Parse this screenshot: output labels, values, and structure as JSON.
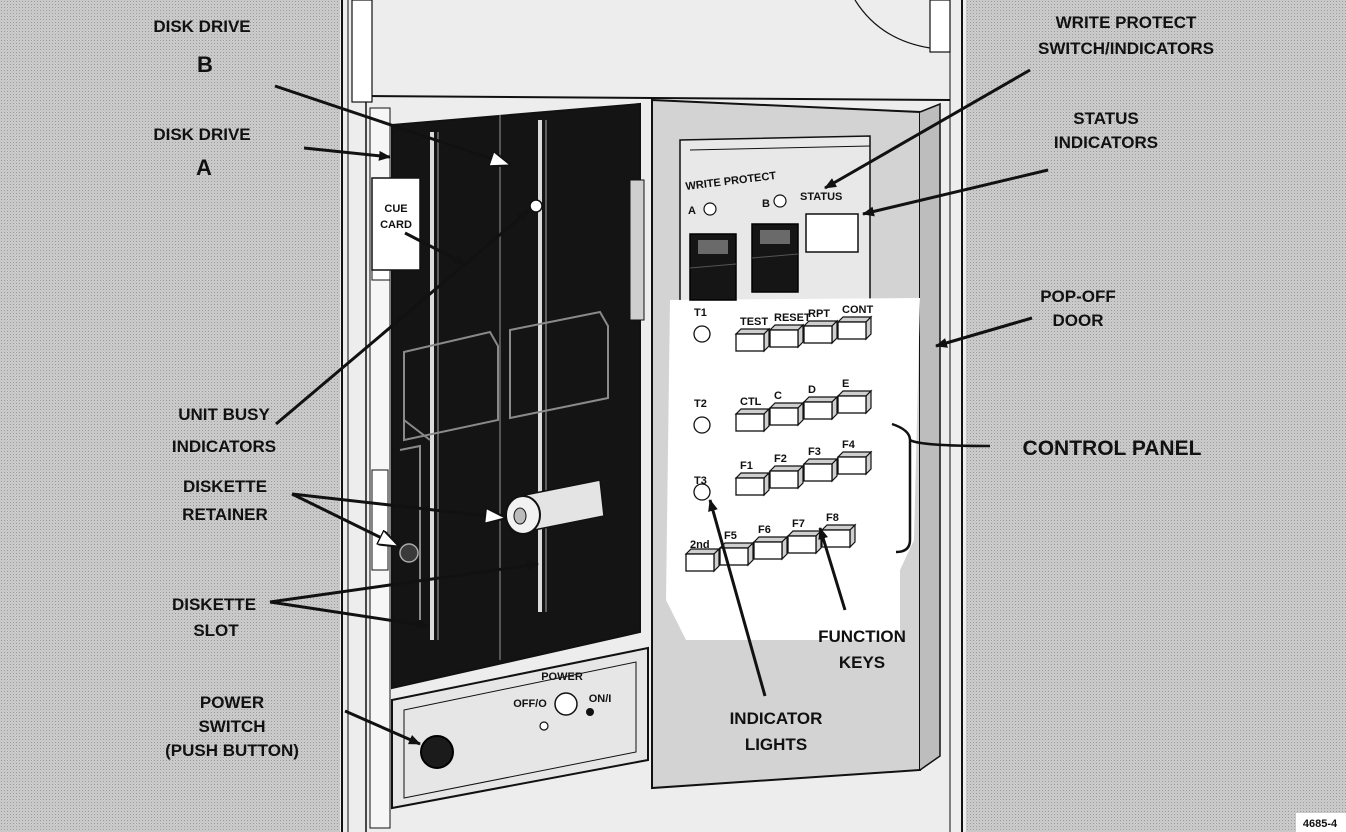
{
  "labels": {
    "disk_drive_b_line1": "DISK DRIVE",
    "disk_drive_b_line2": "B",
    "disk_drive_a_line1": "DISK DRIVE",
    "disk_drive_a_line2": "A",
    "unit_busy_line1": "UNIT BUSY",
    "unit_busy_line2": "INDICATORS",
    "diskette_retainer_line1": "DISKETTE",
    "diskette_retainer_line2": "RETAINER",
    "diskette_slot_line1": "DISKETTE",
    "diskette_slot_line2": "SLOT",
    "power_switch_line1": "POWER",
    "power_switch_line2": "SWITCH",
    "power_switch_line3": "(PUSH BUTTON)",
    "write_protect_line1": "WRITE PROTECT",
    "write_protect_line2": "SWITCH/INDICATORS",
    "status_indicators_line1": "STATUS",
    "status_indicators_line2": "INDICATORS",
    "pop_off_door_line1": "POP-OFF",
    "pop_off_door_line2": "DOOR",
    "control_panel": "CONTROL PANEL",
    "function_keys_line1": "FUNCTION",
    "function_keys_line2": "KEYS",
    "indicator_lights_line1": "INDICATOR",
    "indicator_lights_line2": "LIGHTS",
    "figure_number": "4685-4"
  },
  "panel": {
    "cue_card_line1": "CUE",
    "cue_card_line2": "CARD",
    "write_protect": "WRITE PROTECT",
    "wp_a": "A",
    "wp_b": "B",
    "status": "STATUS",
    "power": "POWER",
    "off": "OFF/O",
    "on": "ON/I",
    "indicator_t1": "T1",
    "indicator_t2": "T2",
    "indicator_t3": "T3",
    "row1": [
      "TEST",
      "RESET",
      "RPT",
      "CONT"
    ],
    "row2": [
      "CTL",
      "C",
      "D",
      "E"
    ],
    "row3": [
      "F1",
      "F2",
      "F3",
      "F4"
    ],
    "row4": [
      "2nd",
      "F5",
      "F6",
      "F7",
      "F8"
    ]
  }
}
